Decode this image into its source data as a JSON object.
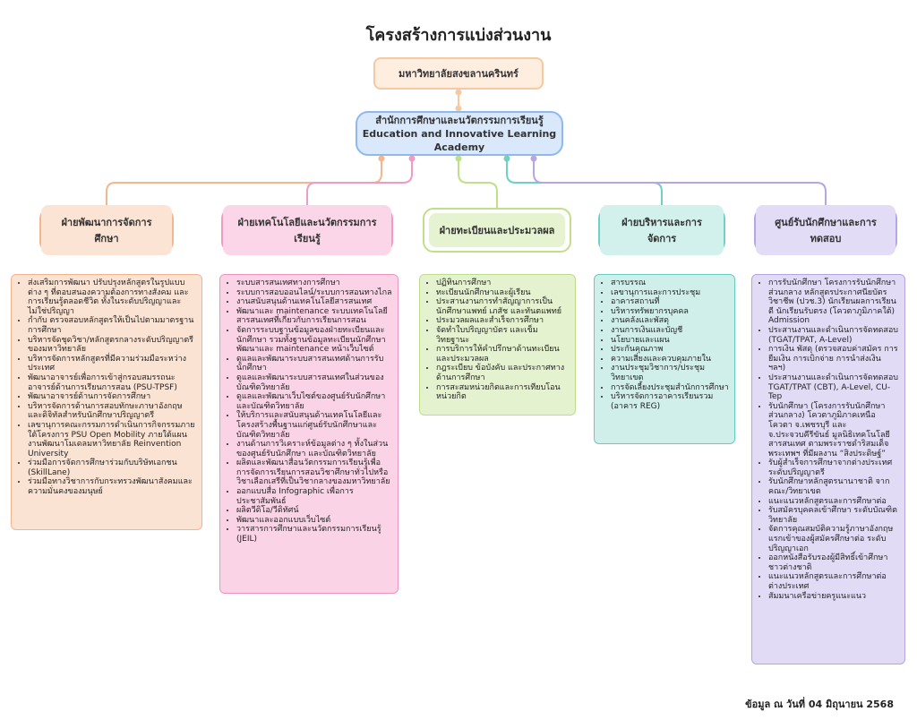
{
  "title": "โครงสร้างการแบ่งส่วนงาน",
  "root": "มหาวิทยาลัยสงขลานครินทร์",
  "academy": {
    "name_th": "สำนักการศึกษาและนวัตกรรมการเรียนรู้",
    "name_en": "Education and Innovative Learning Academy"
  },
  "colors": {
    "root": "#f6c9a0",
    "academy": "#8fb8ee",
    "dept_0": "#f3b790",
    "dept_1": "#f09ac6",
    "dept_2": "#bfe089",
    "dept_3": "#6fd0c6",
    "dept_4": "#b6a6e6"
  },
  "departments": [
    {
      "name": "ฝ่ายพัฒนาการจัดการศึกษา",
      "items": [
        "ส่งเสริมการพัฒนา ปรับปรุงหลักสูตรในรูปแบบต่าง ๆ ที่ตอบสนองความต้องการทางสังคม และการเรียนรู้ตลอดชีวิต ทั้งในระดับปริญญาและไม่ใช่ปริญญา",
        "กำกับ ตรวจสอบหลักสูตรให้เป็นไปตามมาตรฐานการศึกษา",
        "บริหารจัดชุดวิชา/หลักสูตรกลางระดับปริญญาตรีของมหาวิทยาลัย",
        "บริหารจัดการหลักสูตรที่มีความร่วมมือระหว่างประเทศ",
        "พัฒนาอาจารย์เพื่อการเข้าสู่กรอบสมรรถนะอาจารย์ด้านการเรียนการสอน (PSU-TPSF)",
        "พัฒนาอาจารย์ด้านการจัดการศึกษา",
        "บริหารจัดการด้านการสอบทักษะภาษาอังกฤษและดิจิทัลสำหรับนักศึกษาปริญญาตรี",
        "เลขานุการคณะกรรมการดำเนินการกิจกรรมภายใต้โครงการ PSU Open Mobility ภายใต้แผนงานพัฒนาโมเดลมหาวิทยาลัย Reinvention University",
        "ร่วมมือการจัดการศึกษาร่วมกับบริษัทเอกชน (SkillLane)",
        "ร่วมมือทางวิชาการกับกระทรวงพัฒนาสังคมและความมั่นคงของมนุษย์"
      ]
    },
    {
      "name": "ฝ่ายเทคโนโลยีและนวัตกรรมการเรียนรู้",
      "items": [
        "ระบบสารสนเทศทางการศึกษา",
        "ระบบการสอบออนไลน์/ระบบการสอนทางไกล",
        "งานสนับสนุนด้านเทคโนโลยีสารสนเทศ",
        "พัฒนาและ maintenance ระบบเทคโนโลยีสารสนเทศที่เกี่ยวกับการเรียนการสอน",
        "จัดการระบบฐานข้อมูลของฝ่ายทะเบียนและนักศึกษา รวมทั้งฐานข้อมูลทะเบียนนักศึกษา พัฒนาและ maintenance หน้าเว็บไซต์",
        "ดูแลและพัฒนาระบบสารสนเทศด้านการรับนักศึกษา",
        "ดูแลและพัฒนาระบบสารสนเทศในส่วนของบัณฑิตวิทยาลัย",
        "ดูแลและพัฒนาเว็บไซต์ของศูนย์รับนักศึกษาและบัณฑิตวิทยาลัย",
        "ให้บริการและสนับสนุนด้านเทคโนโลยีและโครงสร้างพื้นฐานแก่ศูนย์รับนักศึกษาและบัณฑิตวิทยาลัย",
        "งานด้านการวิเคราะห์ข้อมูลต่าง ๆ ทั้งในส่วนของศูนย์รับนักศึกษา และบัณฑิตวิทยาลัย",
        "ผลิตและพัฒนาสื่อนวัตกรรมการเรียนรู้เพื่อการจัดการเรียนการสอนวิชาศึกษาทั่วไปหรือวิชาเลือกเสรีที่เป็นวิชากลางของมหาวิทยาลัย",
        "ออกแบบสื่อ Infographic เพื่อการประชาสัมพันธ์",
        "ผลิตวีดิโอ/วีดิทัศน์",
        "พัฒนาและออกแบบเว็บไซต์",
        "วารสารการศึกษาและนวัตกรรมการเรียนรู้ (JEIL)"
      ]
    },
    {
      "name": "ฝ่ายทะเบียนและประมวลผล",
      "items": [
        "ปฏิทินการศึกษา",
        "ทะเบียนนักศึกษาและผู้เรียน",
        "ประสานงานการทำสัญญาการเป็นนักศึกษาแพทย์ เภสัช และทันตแพทย์",
        "ประมวลผลและสำเร็จการศึกษา",
        "จัดทำใบปริญญาบัตร และเข็มวิทยฐานะ",
        "การบริการให้คำปรึกษาด้านทะเบียนและประมวลผล",
        "กฎระเบียบ ข้อบังคับ และประกาศทางด้านการศึกษา",
        "การสะสมหน่วยกิตและการเทียบโอนหน่วยกิต"
      ]
    },
    {
      "name": "ฝ่ายบริหารและการจัดการ",
      "items": [
        "สารบรรณ",
        "เลขานุการและการประชุม",
        "อาคารสถานที่",
        "บริหารทรัพยากรบุคคล",
        "งานคลังและพัสดุ",
        "งานการเงินและบัญชี",
        "นโยบายและแผน",
        "ประกันคุณภาพ",
        "ความเสี่ยงและควบคุมภายใน",
        "งานประชุมวิชาการ/ประชุมวิทยาเขต",
        "การจัดเลี้ยงประชุมสำนักการศึกษา",
        "บริหารจัดการอาคารเรียนรวม (อาคาร REG)"
      ]
    },
    {
      "name": "ศูนย์รับนักศึกษาและการทดสอบ",
      "items": [
        "การรับนักศึกษา โครงการรับนักศึกษาส่วนกลาง หลักสูตรประกาศนียบัตรวิชาชีพ (ปวช.3) นักเรียนผลการเรียนดี นักเรียนรับตรง (โควตาภูมิภาคใต้) Admission",
        "ประสานงานและดำเนินการจัดทดสอบ (TGAT/TPAT, A-Level)",
        "การเงิน พัสดุ (ตรวจสอบค่าสมัคร การยืมเงิน การเบิกจ่าย การนำส่งเงิน ฯลฯ)",
        "ประสานงานและดำเนินการจัดทดสอบ TGAT/TPAT (CBT), A-Level, CU-Tep",
        "รับนักศึกษา (โครงการรับนักศึกษาส่วนกลาง) โควตาภูมิภาคเหนือ โควตา จ.เพชรบุรี และ จ.ประจวบคีรีขันธ์ มูลนิธิเทคโนโลยีสารสนเทศ ตามพระราชดำริสมเด็จพระเทพฯ ที่มีผลงาน “สิงประดิษฐ์”",
        "รับผู้สำเร็จการศึกษาจากต่างประเทศระดับปริญญาตรี",
        "รับนักศึกษาหลักสูตรนานาชาติ จาก คณะ/วิทยาเขต",
        "แนะแนวหลักสูตรและการศึกษาต่อ",
        "รับสมัครบุคคลเข้าศึกษา ระดับบัณฑิตวิทยาลัย",
        "จัดการคุณสมบัติความรู้ภาษาอังกฤษแรกเข้าของผู้สมัครศึกษาต่อ ระดับปริญญาเอก",
        "ออกหนังสือรับรองผู้มีสิทธิ์เข้าศึกษาชาวต่างชาติ",
        "แนะแนวหลักสูตรและการศึกษาต่อต่างประเทศ",
        "สัมมนาเครือข่ายครูแนะแนว"
      ]
    }
  ],
  "footnote": "ข้อมูล ณ วันที่ 04 มิถุนายน 2568"
}
